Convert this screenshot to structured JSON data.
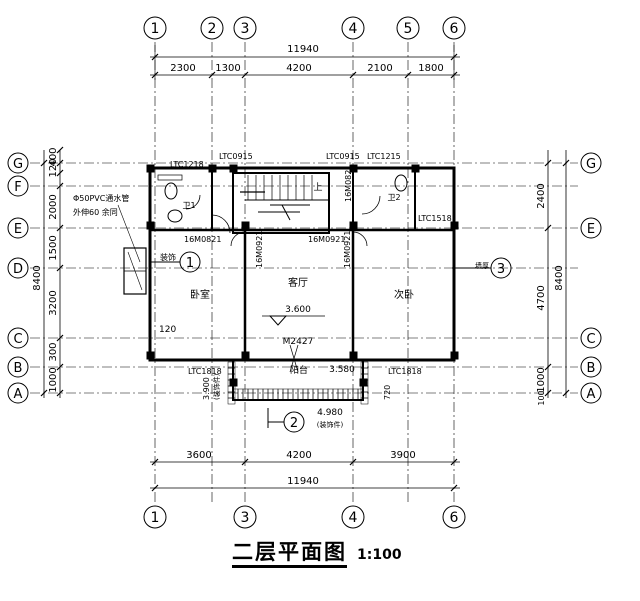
{
  "drawing": {
    "title": "二层平面图",
    "scale": "1:100",
    "axes_vertical": [
      "1",
      "2",
      "3",
      "4",
      "5",
      "6"
    ],
    "axes_horizontal": [
      "G",
      "F",
      "E",
      "D",
      "C",
      "B",
      "A"
    ],
    "top_total": "11940",
    "top_dims": [
      "2300",
      "1300",
      "4200",
      "2100",
      "1800"
    ],
    "bottom_dims": [
      "3600",
      "4200",
      "3900"
    ],
    "bottom_total": "11940",
    "left_dims": [
      "400",
      "120",
      "2000",
      "1500",
      "3200",
      "300",
      "1000"
    ],
    "left_total": "8400",
    "right_dims": [
      "2400",
      "4700",
      "1000",
      "100"
    ],
    "right_total": "8400",
    "rooms": {
      "living": "客厅",
      "bedroom_left": "卧室",
      "bedroom_right": "次卧",
      "bath1": "卫1",
      "bath2": "卫2",
      "balcony": "阳台",
      "stair_up": "上"
    },
    "labels": {
      "ltc1218": "LTC1218",
      "ltc0915a": "LTC0915",
      "ltc0915b": "LTC0915",
      "ltc1215": "LTC1215",
      "ltc1518": "LTC1518",
      "ltc1818a": "LTC1818",
      "ltc1818b": "LTC1818",
      "m0821a": "16M0821",
      "m0821b": "16M0821",
      "m0921a": "16M0921",
      "m0921b": "16M0921",
      "m0921c": "16M0921",
      "m2427": "M2427",
      "pvc": "Φ50PVC通水管",
      "pvc2": "外伸60 余同",
      "elev_living": "3.600",
      "elev_balcony": "3.580",
      "elev_roof": "4.980",
      "elev_roof_note": "(装饰件)",
      "elev_left": "3.900",
      "elev_left_note": "(装饰件)",
      "dim_120": "120",
      "dim_720": "720",
      "thick": "墙厚",
      "col": "装饰"
    },
    "sections": [
      "1",
      "2",
      "3"
    ]
  }
}
